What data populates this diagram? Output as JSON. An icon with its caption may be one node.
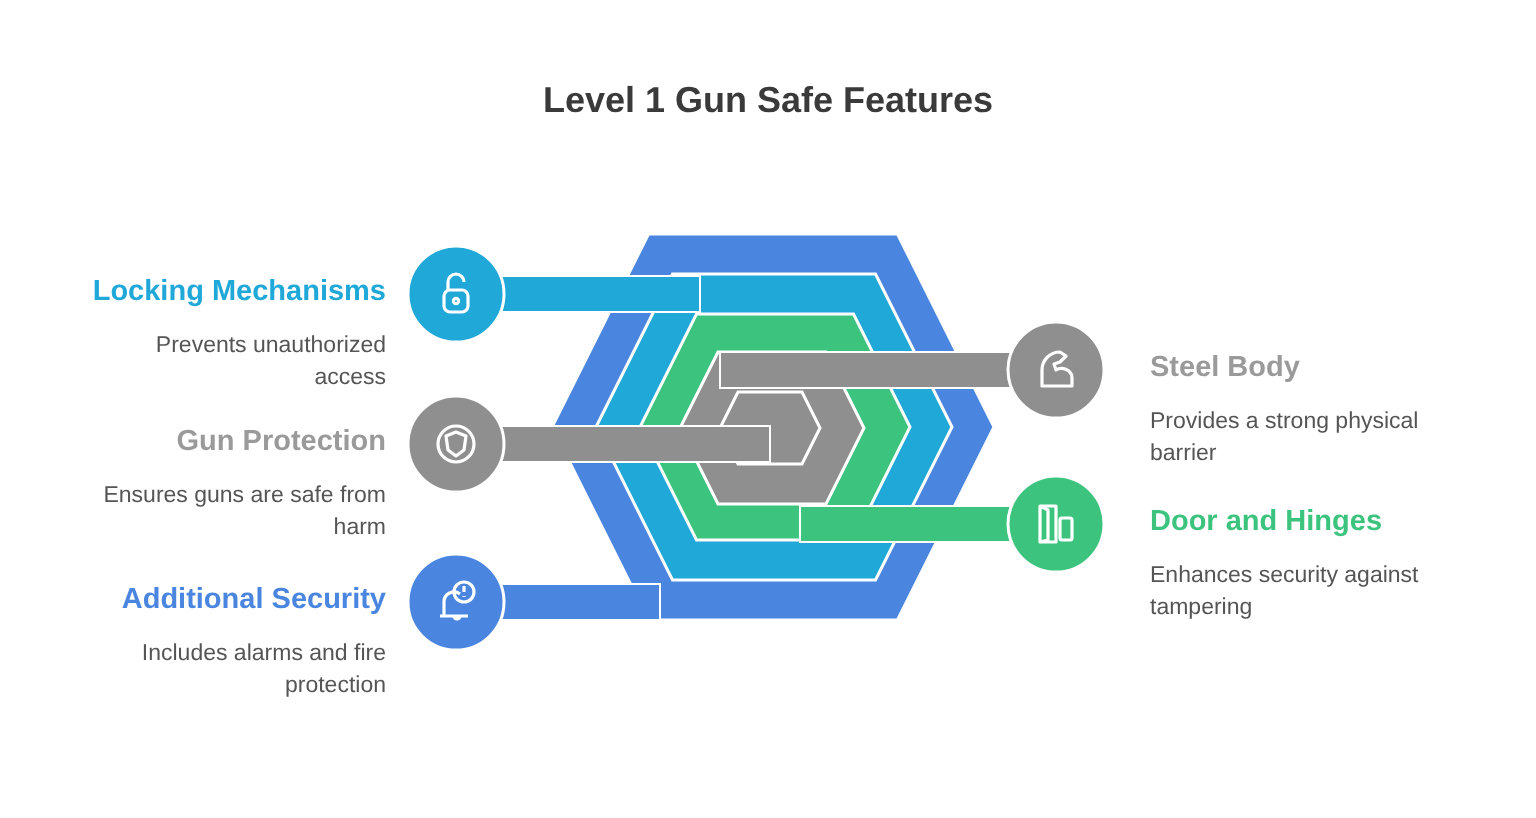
{
  "diagram": {
    "title": "Level 1 Gun Safe Features",
    "nodes": [
      {
        "text": [
          "Locking Mechanisms",
          "Prevents unauthorized access"
        ]
      },
      {
        "text": [
          "Gun Protection",
          "Ensures guns are safe from harm"
        ]
      },
      {
        "text": [
          "Additional Security",
          "Includes alarms and fire protection"
        ]
      },
      {
        "text": [
          "Steel Body",
          "Provides a strong physical barrier"
        ]
      },
      {
        "text": [
          "Door and Hinges",
          "Enhances security against tampering"
        ]
      }
    ]
  }
}
